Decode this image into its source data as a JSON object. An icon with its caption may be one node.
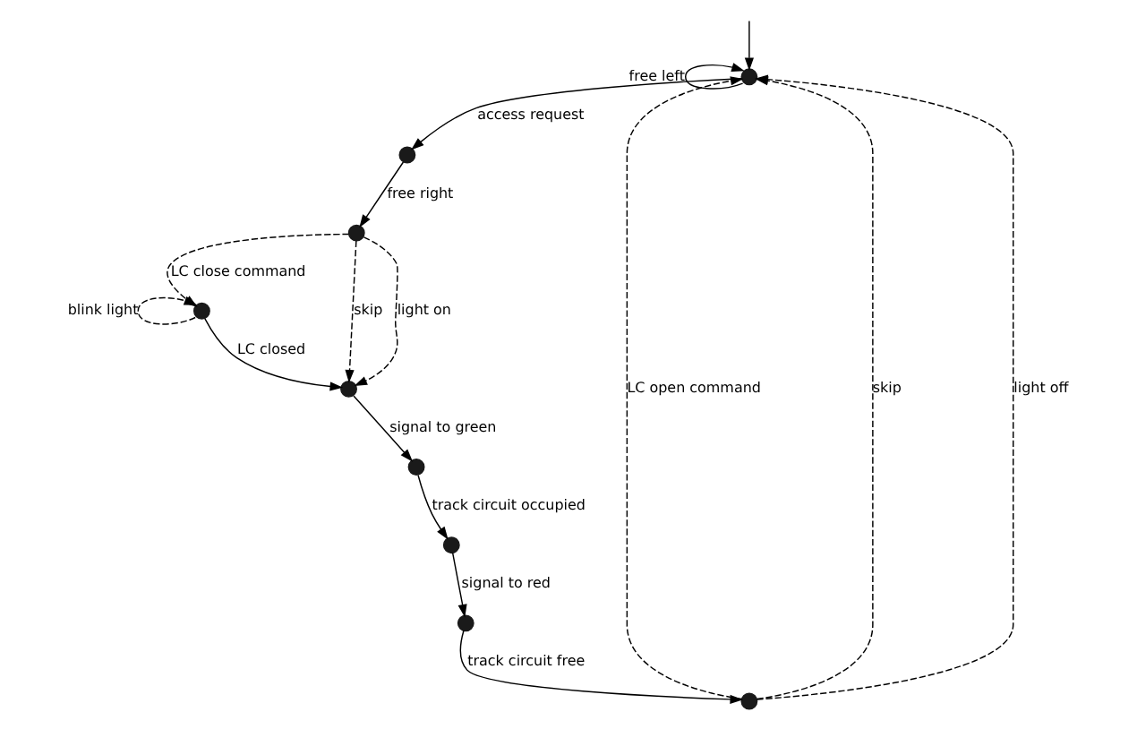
{
  "diagram": {
    "nodes": [
      {
        "text": [],
        "shape": "circle"
      },
      {
        "text": [],
        "shape": "circle"
      },
      {
        "text": [],
        "shape": "circle"
      },
      {
        "text": [],
        "shape": "circle"
      },
      {
        "text": [],
        "shape": "circle"
      },
      {
        "text": [],
        "shape": "circle"
      },
      {
        "text": [],
        "shape": "circle"
      },
      {
        "text": [],
        "shape": "circle"
      },
      {
        "text": [],
        "shape": "circle"
      }
    ],
    "edges": [
      {
        "from": null,
        "to": 0,
        "arrow": "to"
      },
      {
        "from": 0,
        "to": 0,
        "arrow": "to",
        "label": "free left"
      },
      {
        "from": 0,
        "to": 1,
        "arrow": "to",
        "label": "access request"
      },
      {
        "from": 1,
        "to": 2,
        "arrow": "to",
        "label": "free right"
      },
      {
        "from": 2,
        "to": 3,
        "arrow": "to",
        "label": "LC close command",
        "style": "dashed"
      },
      {
        "from": 3,
        "to": 3,
        "arrow": "to",
        "label": "blink light",
        "style": "dashed"
      },
      {
        "from": 3,
        "to": 4,
        "arrow": "to",
        "label": "LC closed"
      },
      {
        "from": 2,
        "to": 4,
        "arrow": "to",
        "label": "skip",
        "style": "dashed"
      },
      {
        "from": 2,
        "to": 4,
        "arrow": "to",
        "label": "light on",
        "style": "dashed"
      },
      {
        "from": 4,
        "to": 5,
        "arrow": "to",
        "label": "signal to green"
      },
      {
        "from": 5,
        "to": 6,
        "arrow": "to",
        "label": "track circuit occupied"
      },
      {
        "from": 6,
        "to": 7,
        "arrow": "to",
        "label": "signal to red"
      },
      {
        "from": 7,
        "to": 8,
        "arrow": "to",
        "label": "track circuit free"
      },
      {
        "from": 8,
        "to": 0,
        "arrow": "to",
        "label": "LC open command",
        "style": "dashed"
      },
      {
        "from": 8,
        "to": 0,
        "arrow": "to",
        "label": "skip",
        "style": "dashed"
      },
      {
        "from": 8,
        "to": 0,
        "arrow": "to",
        "label": "light off",
        "style": "dashed"
      }
    ]
  }
}
